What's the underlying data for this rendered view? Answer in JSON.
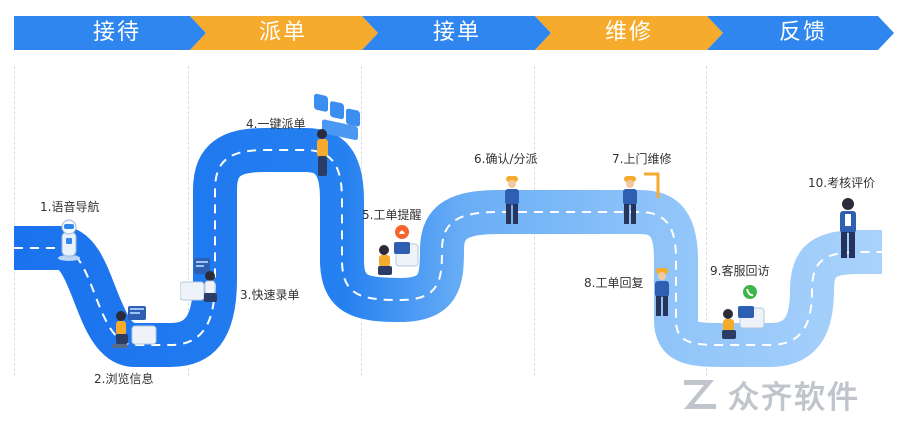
{
  "phases": [
    {
      "label": "接待",
      "color": "#2f86ee"
    },
    {
      "label": "派单",
      "color": "#f6ab2c"
    },
    {
      "label": "接单",
      "color": "#2f86ee"
    },
    {
      "label": "维修",
      "color": "#f6ab2c"
    },
    {
      "label": "反馈",
      "color": "#2f86ee"
    }
  ],
  "steps": [
    {
      "label": "1.语音导航"
    },
    {
      "label": "2.浏览信息"
    },
    {
      "label": "3.快速录单"
    },
    {
      "label": "4.一键派单"
    },
    {
      "label": "5.工单提醒"
    },
    {
      "label": "6.确认/分派"
    },
    {
      "label": "7.上门维修"
    },
    {
      "label": "8.工单回复"
    },
    {
      "label": "9.客服回访"
    },
    {
      "label": "10.考核评价"
    }
  ],
  "watermark": {
    "text": "众齐软件"
  },
  "colors": {
    "road_dark": "#1e78f0",
    "road_light": "#8cc2f8",
    "accent_orange": "#f6ab2c"
  }
}
